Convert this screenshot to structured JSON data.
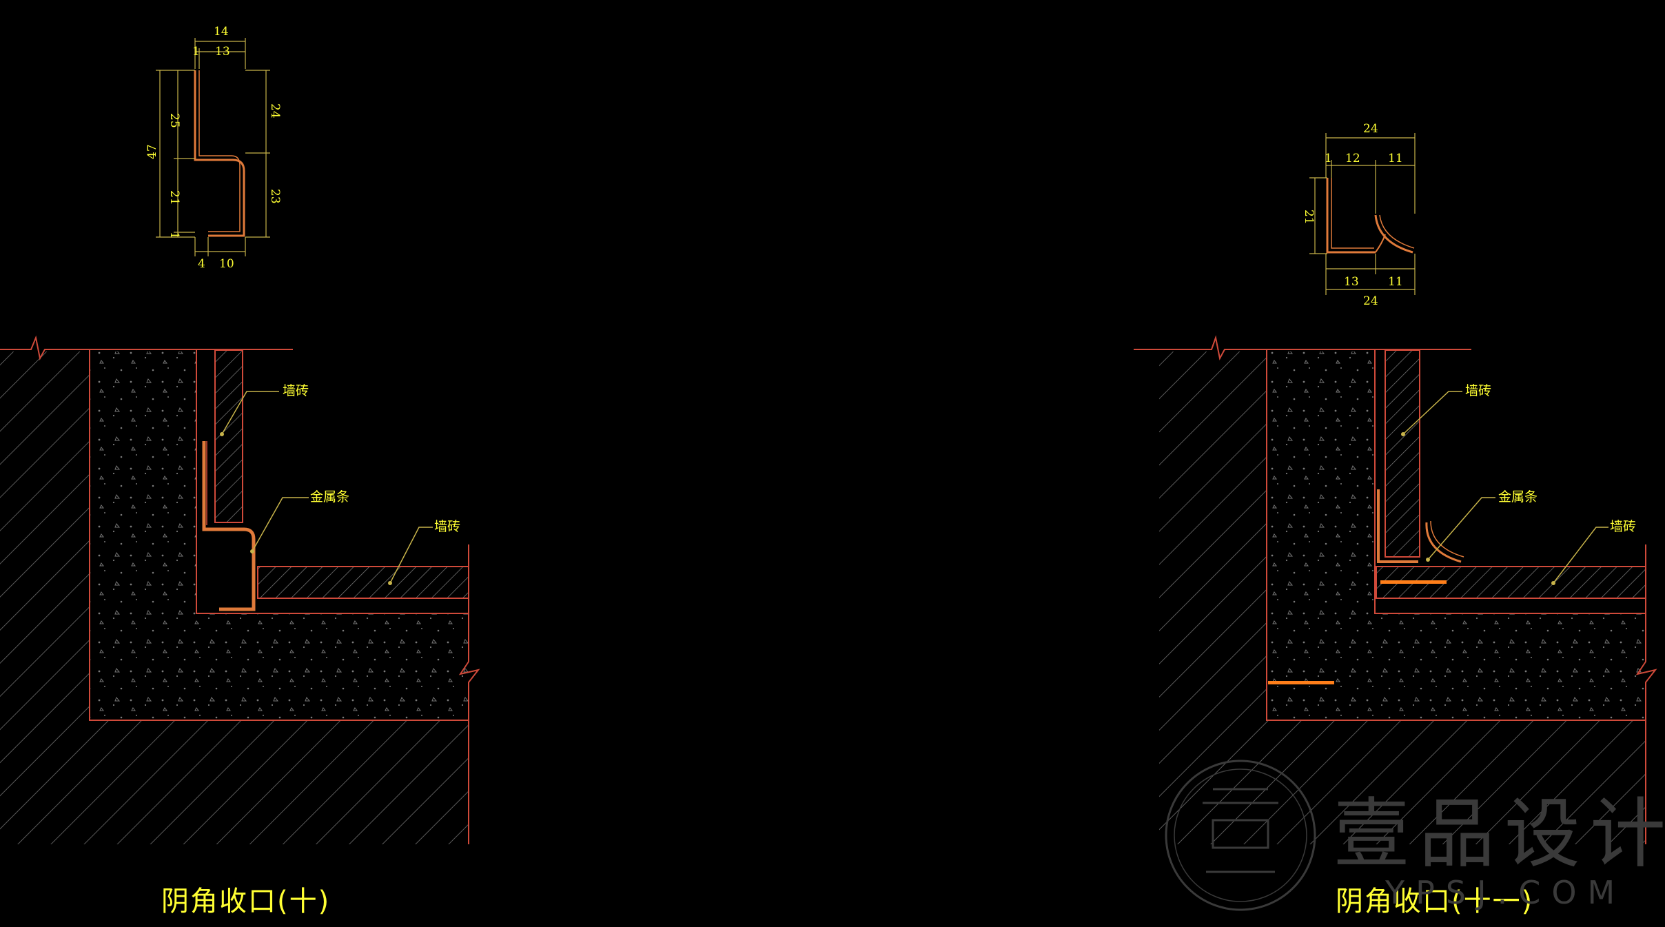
{
  "drawings": [
    {
      "title": "阴角收口(十)",
      "profile_dims": [
        "14",
        "1",
        "13",
        "25",
        "47",
        "24",
        "21",
        "23",
        "1",
        "4",
        "10"
      ],
      "labels": [
        "墙砖",
        "金属条",
        "墙砖"
      ]
    },
    {
      "title": "阴角收口(十一)",
      "profile_dims": [
        "24",
        "1",
        "12",
        "11",
        "21",
        "13",
        "11",
        "24"
      ],
      "labels": [
        "墙砖",
        "金属条",
        "墙砖"
      ]
    }
  ],
  "watermark": {
    "text": "壹品设计",
    "url": "YPSJ.COM"
  },
  "colors": {
    "background": "#000000",
    "outline": "#d04a3a",
    "hatch": "#6e6e6e",
    "dim": "#c8b44a",
    "text": "#ffff33",
    "metal": "#e07a3a",
    "accent": "#ff7f1a"
  }
}
